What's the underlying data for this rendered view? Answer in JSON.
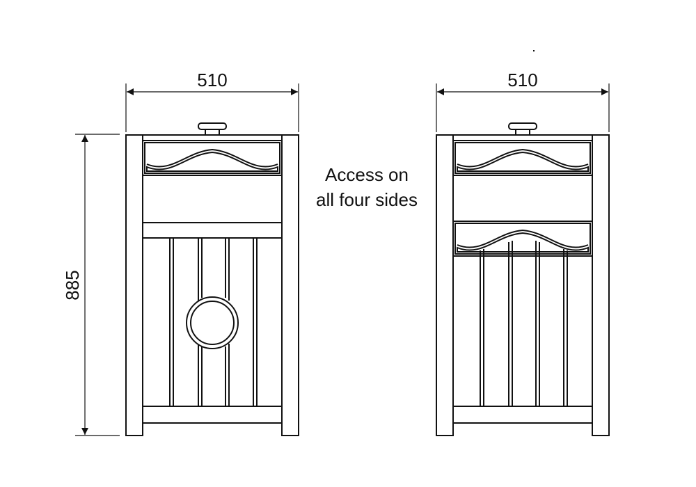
{
  "dimensions": {
    "front_width": "510",
    "side_width": "510",
    "height": "885"
  },
  "note": {
    "line1": "Access on",
    "line2": "all four sides"
  }
}
